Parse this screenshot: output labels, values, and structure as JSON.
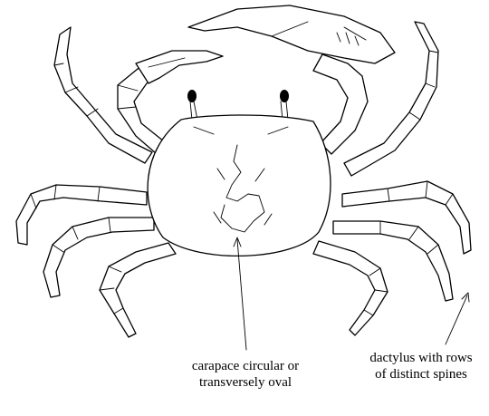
{
  "labels": {
    "carapace": {
      "line1": "carapace circular or",
      "line2": "transversely oval"
    },
    "dactylus": {
      "line1": "dactylus with rows",
      "line2": "of distinct spines"
    }
  }
}
